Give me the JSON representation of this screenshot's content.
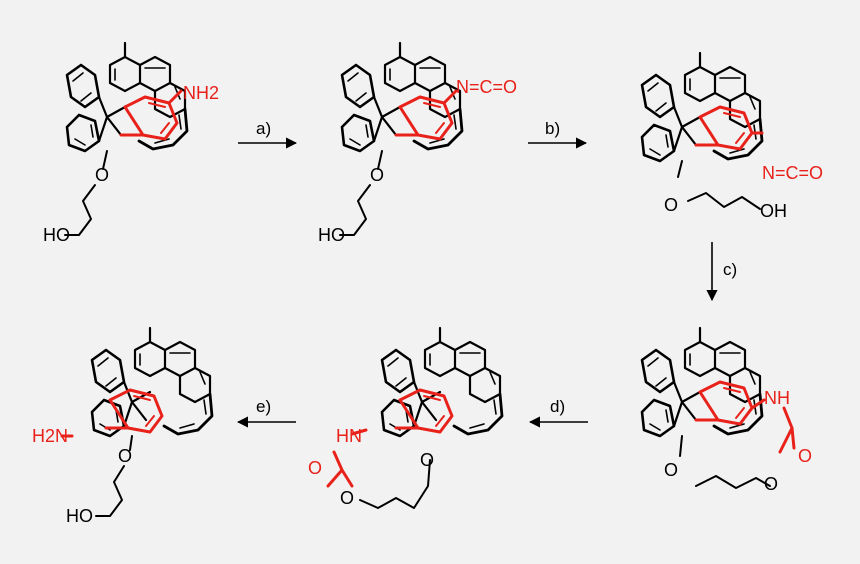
{
  "colors": {
    "background": "#f2f2f2",
    "bond": "#000000",
    "highlight": "#e8221b"
  },
  "steps": [
    {
      "label": "a)"
    },
    {
      "label": "b)"
    },
    {
      "label": "c)"
    },
    {
      "label": "d)"
    },
    {
      "label": "e)"
    }
  ],
  "molecules": [
    {
      "labels": [
        "NH2",
        "O",
        "HO"
      ],
      "label_colors": [
        "red",
        "black",
        "black"
      ]
    },
    {
      "labels": [
        "N=C=O",
        "O",
        "HO"
      ],
      "label_colors": [
        "red",
        "black",
        "black"
      ]
    },
    {
      "labels": [
        "N=C=O",
        "O",
        "OH"
      ],
      "label_colors": [
        "red",
        "black",
        "black"
      ]
    },
    {
      "labels": [
        "NH",
        "O",
        "O",
        "O"
      ],
      "label_colors": [
        "red",
        "red",
        "black",
        "black"
      ]
    },
    {
      "labels": [
        "HN",
        "O",
        "O",
        "O"
      ],
      "label_colors": [
        "red",
        "red",
        "black",
        "black"
      ]
    },
    {
      "labels": [
        "H2N",
        "O",
        "HO"
      ],
      "label_colors": [
        "red",
        "black",
        "black"
      ]
    }
  ]
}
